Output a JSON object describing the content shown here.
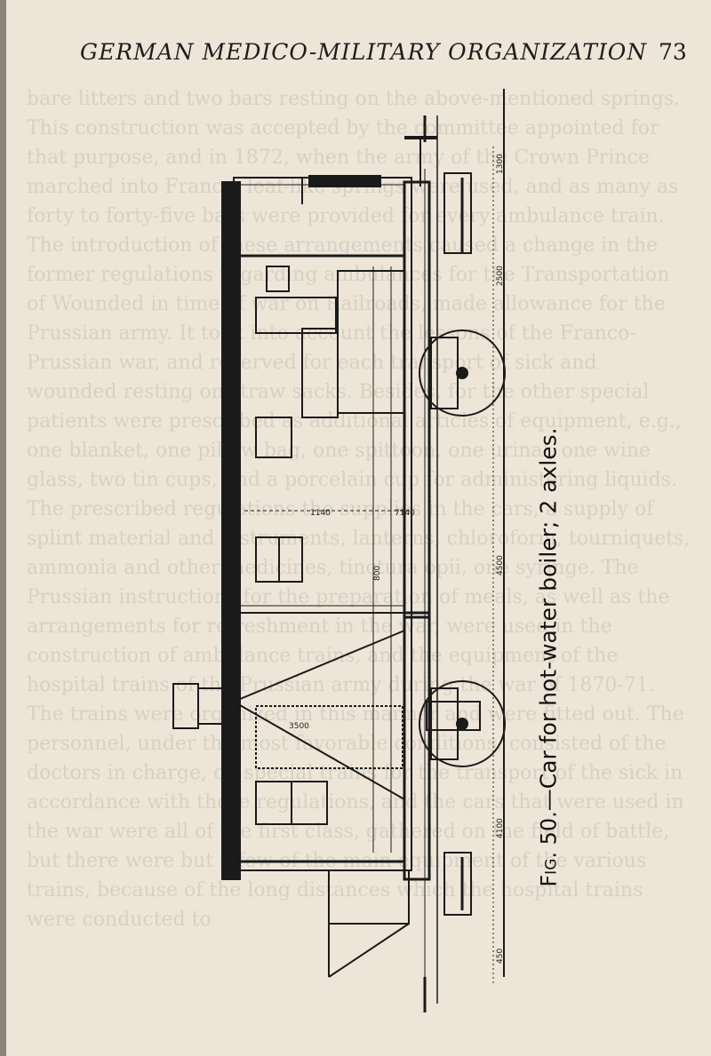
{
  "header": {
    "running_title": "GERMAN MEDICO-MILITARY ORGANIZATION",
    "page_number": "73"
  },
  "figure": {
    "caption_label": "Fig. 50.",
    "caption_text": "—Car for hot-water boiler; 2 axles.",
    "dimension_labels": [
      "1140",
      "4500",
      "2500",
      "4100",
      "450",
      "1300",
      "800",
      "3500",
      "7140"
    ]
  },
  "colors": {
    "paper": "#ede6d8",
    "ink": "#1a1a1a"
  }
}
